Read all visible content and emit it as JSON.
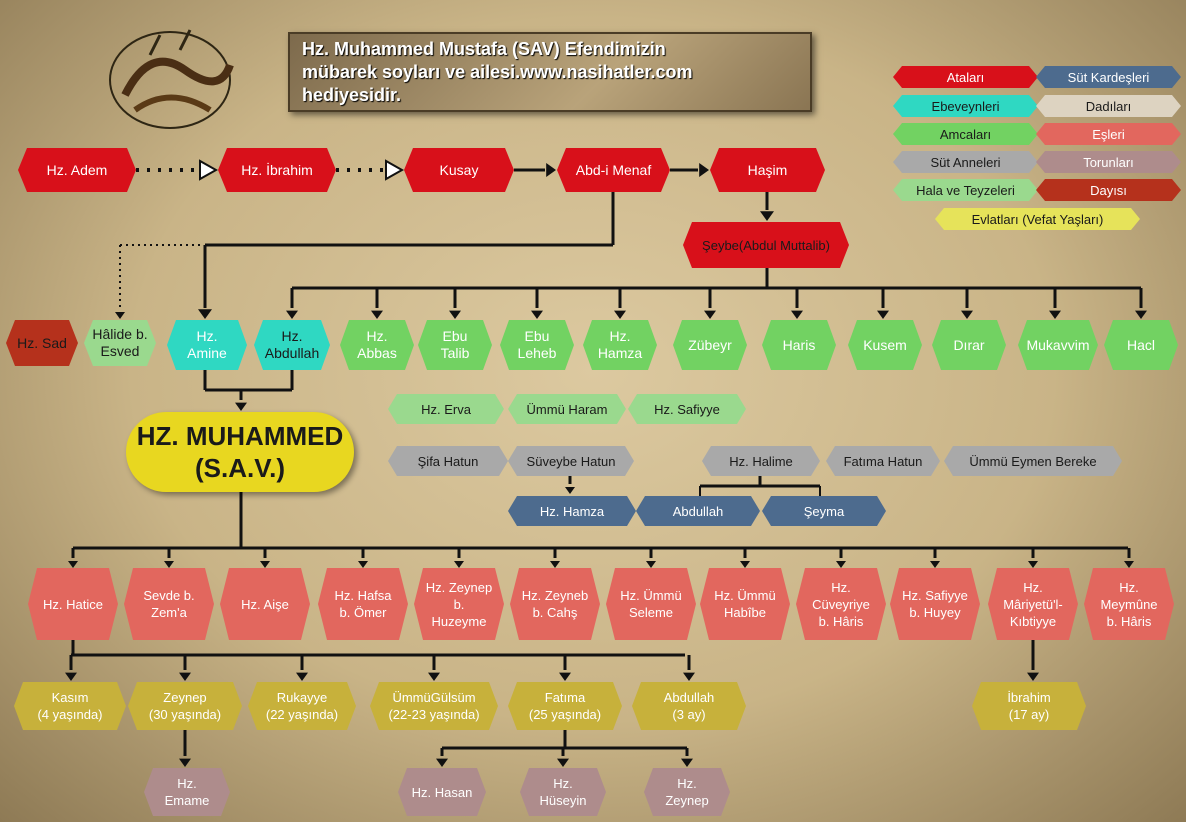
{
  "title": "Hz. Muhammed Mustafa (SAV) Efendimizin\nmübarek soyları ve ailesi.www.nasihatler.com\nhediyesidir.",
  "center": {
    "line1": "HZ. MUHAMMED",
    "line2": "(S.A.V.)"
  },
  "colors": {
    "ancestor": "#d8101a",
    "parent": "#2fd8c2",
    "uncle": "#72d262",
    "wetnurse": "#a9a9a9",
    "aunt": "#9ad98e",
    "child": "#c7b13b",
    "milkSibling": "#4d6b8e",
    "nanny": "#ddd3c1",
    "wife": "#e2675e",
    "grandchild": "#ae8c8c",
    "maternalUncle": "#b5311c"
  },
  "legend": [
    {
      "label": "Ataları",
      "cls": "red"
    },
    {
      "label": "Süt Kardeşleri",
      "cls": "navy"
    },
    {
      "label": "Ebeveynleri",
      "cls": "teal"
    },
    {
      "label": "Dadıları",
      "cls": "tan"
    },
    {
      "label": "Amcaları",
      "cls": "green"
    },
    {
      "label": "Eşleri",
      "cls": "salmon"
    },
    {
      "label": "Süt Anneleri",
      "cls": "grey"
    },
    {
      "label": "Torunları",
      "cls": "mauve"
    },
    {
      "label": "Hala ve Teyzeleri",
      "cls": "lgreen"
    },
    {
      "label": "Dayısı",
      "cls": "brown"
    },
    {
      "label": "Evlatları (Vefat Yaşları)",
      "cls": "yellow"
    }
  ],
  "ancestors": [
    "Hz. Adem",
    "Hz. İbrahim",
    "Kusay",
    "Abd-i Menaf",
    "Haşim",
    "Şeybe(Abdul Muttalib)"
  ],
  "maternal": {
    "uncle": "Hz. Sad",
    "grandmother": "Hâlide b.\nEsved"
  },
  "parents": [
    "Hz.\nAmine",
    "Hz.\nAbdullah"
  ],
  "uncles": [
    "Hz.\nAbbas",
    "Ebu\nTalib",
    "Ebu\nLeheb",
    "Hz.\nHamza",
    "Zübeyr",
    "Haris",
    "Kusem",
    "Dırar",
    "Mukavvim",
    "Hacl"
  ],
  "aunts": [
    "Hz. Erva",
    "Ümmü Haram",
    "Hz. Safiyye"
  ],
  "nurses": [
    "Şifa Hatun",
    "Süveybe Hatun",
    "Hz. Halime",
    "Fatıma Hatun",
    "Ümmü Eymen Bereke"
  ],
  "milkSiblings": [
    "Hz. Hamza",
    "Abdullah",
    "Şeyma"
  ],
  "wives": [
    "Hz. Hatice",
    "Sevde b.\nZem'a",
    "Hz. Aişe",
    "Hz. Hafsa\nb. Ömer",
    "Hz. Zeynep\nb.\nHuzeyme",
    "Hz. Zeyneb\nb. Cahş",
    "Hz. Ümmü\nSeleme",
    "Hz. Ümmü\nHabîbe",
    "Hz.\nCüveyriye\nb. Hâris",
    "Hz. Safiyye\nb. Huyey",
    "Hz.\nMâriyetü'l-\nKıbtiyye",
    "Hz.\nMeymûne\nb. Hâris"
  ],
  "children": [
    "Kasım\n(4 yaşında)",
    "Zeynep\n(30 yaşında)",
    "Rukayye\n(22 yaşında)",
    "ÜmmüGülsüm\n(22-23 yaşında)",
    "Fatıma\n(25 yaşında)",
    "Abdullah\n(3 ay)",
    "İbrahim\n(17 ay)"
  ],
  "grandchildren": [
    "Hz.\nEmame",
    "Hz. Hasan",
    "Hz.\nHüseyin",
    "Hz.\nZeynep"
  ]
}
